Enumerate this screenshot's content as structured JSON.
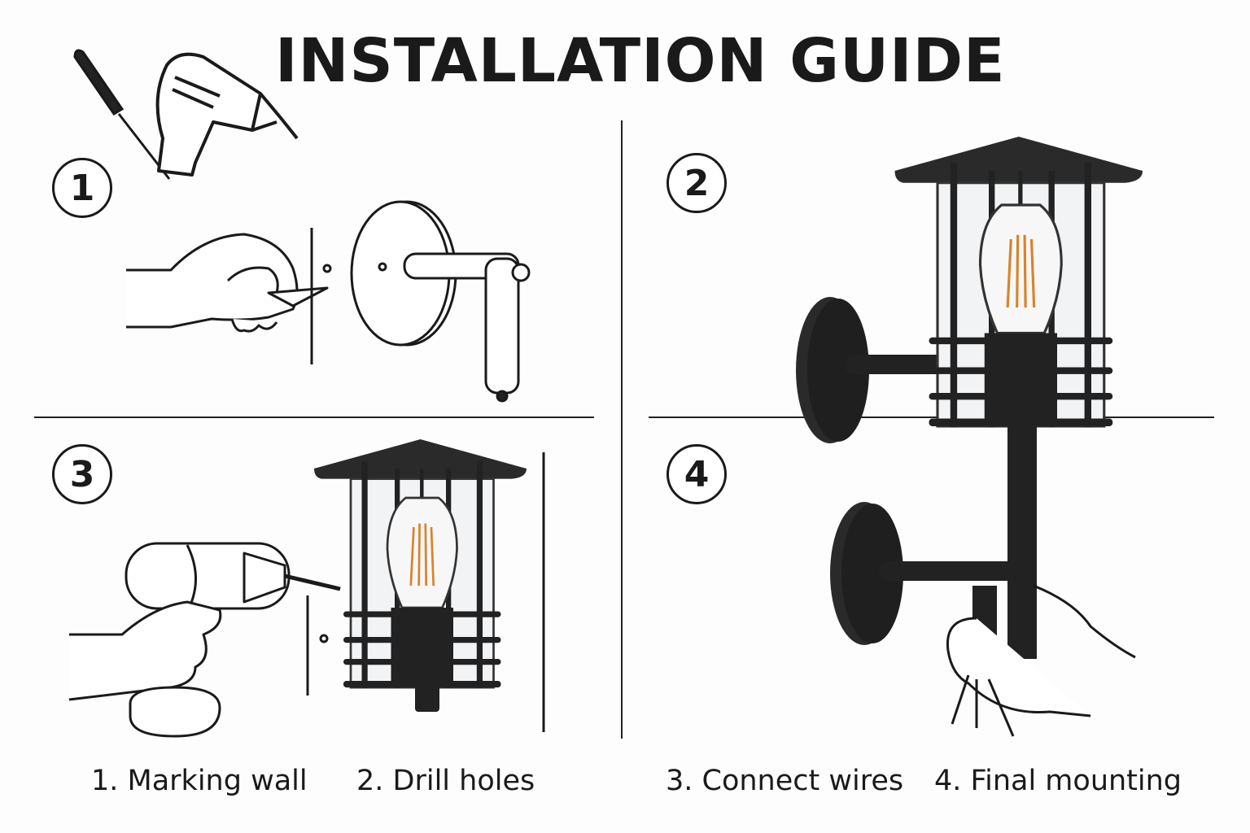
{
  "title": "INSTALLATION GUIDE",
  "steps": [
    {
      "number": "1",
      "caption": "1. Marking wall"
    },
    {
      "number": "2",
      "caption": "2. Drill holes"
    },
    {
      "number": "3",
      "caption": "3. Connect wires"
    },
    {
      "number": "4",
      "caption": "4. Final mounting"
    }
  ],
  "colors": {
    "ink": "#1a1a1a",
    "background": "#fdfdfd",
    "filament": "#d9822b",
    "lamp_body": "#222222"
  }
}
